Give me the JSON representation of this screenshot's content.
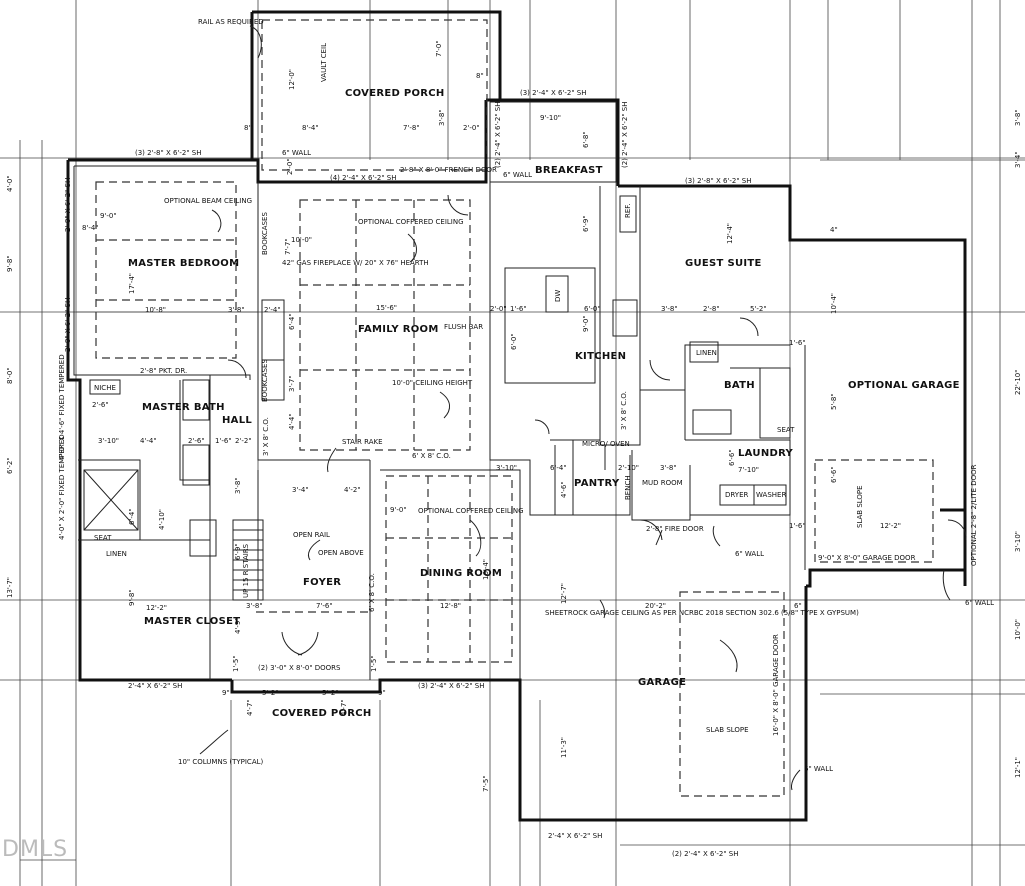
{
  "watermark": "DMLS",
  "rooms": {
    "covered_porch_rear": "COVERED PORCH",
    "master_bedroom": "MASTER BEDROOM",
    "family_room": "FAMILY ROOM",
    "breakfast": "BREAKFAST",
    "kitchen": "KITCHEN",
    "guest_suite": "GUEST SUITE",
    "optional_garage": "OPTIONAL GARAGE",
    "master_bath": "MASTER BATH",
    "hall": "HALL",
    "bath": "BATH",
    "laundry": "LAUNDRY",
    "linen_guest": "LINEN",
    "linen_master": "LINEN",
    "pantry": "PANTRY",
    "foyer": "FOYER",
    "dining_room": "DINING ROOM",
    "master_closet": "MASTER CLOSET",
    "garage": "GARAGE",
    "covered_porch_front": "COVERED PORCH",
    "niche": "NICHE",
    "seat": "SEAT",
    "seat_bath": "SEAT",
    "mud_room": "MUD ROOM",
    "micro_oven": "MICRO/ OVEN",
    "dryer": "DRYER",
    "washer": "WASHER",
    "bench": "BENCH",
    "ref": "REF.",
    "dw": "DW"
  },
  "notes": {
    "rail": "RAIL AS REQUIRED",
    "vault": "VAULT CEIL",
    "wall6_top": "6\" WALL",
    "wall6_bk": "6\" WALL",
    "french_door": "2'-8\" X 8'-0\" FRENCH DOOR",
    "opt_beam": "OPTIONAL BEAM CEILING",
    "opt_coffered_family": "OPTIONAL COFFERED CEILING",
    "fireplace": "42\" GAS FIREPLACE W/ 20\" X 76\" HEARTH",
    "bookcases1": "BOOKCASES",
    "bookcases2": "BOOKCASES",
    "flush_bar": "FLUSH BAR",
    "ceiling_height": "10'-0\" CEILING HEIGHT",
    "stair_rake": "STAIR RAKE",
    "open_rail": "OPEN RAIL",
    "open_above": "OPEN ABOVE",
    "stairs": "UP 15 R STAIRS",
    "opt_coffered_dining": "OPTIONAL COFFERED CEILING",
    "sheetrock": "SHEETROCK GARAGE CEILING AS PER NCRBC 2018 SECTION 302.6 (5/8\" TYPE X GYPSUM)",
    "slab_slope_garage": "SLAB SLOPE",
    "slab_slope_opt": "SLAB SLOPE",
    "garage_door_main": "16'-0\" X 8'-0\" GARAGE DOOR",
    "garage_door_opt": "9'-0\" X 8'-0\" GARAGE DOOR",
    "opt_lite_door": "OPTIONAL 2'-8\" 2/LITE DOOR",
    "fire_door": "2'-8\" FIRE DOOR",
    "wall6_laundry": "6\" WALL",
    "wall6_garage_right": "6\" WALL",
    "wall6_garage_mid": "6\" WALL",
    "columns": "10\" COLUMNS (TYPICAL)",
    "front_doors": "(2) 3'-0\" X 8'-0\" DOORS",
    "pkt_dr": "2'-8\" PKT. DR.",
    "fixed_tempered1": "4'-0\" X 4'-6\" FIXED TEMPERED",
    "fixed_tempered2": "4'-0\" X 2'-0\" FIXED TEMPERED",
    "co_family": "3' X 8' C.O.",
    "co_dining_top": "6' X 8' C.O.",
    "co_dining_side": "6' X 8' C.O.",
    "co_kitchen": "3' X 8' C.O."
  },
  "windows": {
    "w_breakfast_top": "(3) 2'-4\" X 6'-2\" SH",
    "w_master_top": "(3) 2'-8\" X 6'-2\" SH",
    "w_family_top": "(4) 2'-4\" X 6'-2\" SH",
    "w_breakfast_left": "(2) 2'-4\" X 6'-2\" SH",
    "w_breakfast_right": "(2) 2'-4\" X 6'-2\" SH",
    "w_guest_top": "(3) 2'-8\" X 6'-2\" SH",
    "w_master_left1": "2'-8\" X 6'-2\" SH",
    "w_master_left2": "2'-8\" X 6'-2\" SH",
    "w_closet_bottom": "2'-4\" X 6'-2\" SH",
    "w_dining_bottom": "(3) 2'-4\" X 6'-2\" SH",
    "w_garage_bottom1": "2'-4\" X 6'-2\" SH",
    "w_garage_bottom2": "(2) 2'-4\" X 6'-2\" SH"
  },
  "dims": {
    "d1": "7'-0\"",
    "d2": "8\"",
    "d3": "12'-0\"",
    "d4": "8'-4\"",
    "d5": "7'-8\"",
    "d6": "3'-8\"",
    "d7": "2'-0\"",
    "d8": "2'-0\"",
    "d9": "8\"",
    "d10": "9'-10\"",
    "d11": "6'-8\"",
    "d12": "8'-4\"",
    "d13": "9'-0\"",
    "d14": "10'-0\"",
    "d15": "7'-7\"",
    "d16": "17'-4\"",
    "d17": "10'-8\"",
    "d18": "3'-8\"",
    "d19": "2'-4\"",
    "d20": "15'-6\"",
    "d21": "6'-4\"",
    "d22": "3'-7\"",
    "d23": "4'-4\"",
    "d24": "6'-9\"",
    "d25": "12'-4\"",
    "d26": "2'-0\"",
    "d27": "1'-6\"",
    "d28": "6'-0\"",
    "d29": "3'-8\"",
    "d30": "2'-8\"",
    "d31": "5'-2\"",
    "d32": "10'-4\"",
    "d33": "9'-0\"",
    "d34": "1'-6\"",
    "d35": "1'-6\"",
    "d36": "5'-8\"",
    "d37": "2'-6\"",
    "d38": "3'-10\"",
    "d39": "4'-4\"",
    "d40": "2'-6\"",
    "d41": "1'-6\"",
    "d42": "2'-2\"",
    "d43": "3'-10\"",
    "d44": "6'-4\"",
    "d45": "2'-10\"",
    "d46": "3'-8\"",
    "d47": "7'-10\"",
    "d48": "6'-6\"",
    "d49": "4'-2\"",
    "d50": "3'-4\"",
    "d51": "4'-6\"",
    "d52": "9'-0\"",
    "d53": "4'-10\"",
    "d54": "6'-4\"",
    "d55": "9'-8\"",
    "d56": "12'-2\"",
    "d57": "3'-8\"",
    "d58": "7'-6\"",
    "d59": "12'-8\"",
    "d60": "16'-4\"",
    "d61": "12'-7\"",
    "d62": "20'-2\"",
    "d63": "12'-2\"",
    "d64": "6'-6\"",
    "d65": "5'-2\"",
    "d66": "5'-2\"",
    "d67": "4'-7\"",
    "d68": "4'-7\"",
    "d69": "11'-3\"",
    "d70": "7'-5\"",
    "d71": "9'-8\"",
    "d72": "8'-0\"",
    "d73": "6'-2\"",
    "d74": "13'-7\"",
    "d75": "4'-0\"",
    "d76": "3'-8\"",
    "d77": "3'-4\"",
    "d78": "22'-10\"",
    "d79": "3'-10\"",
    "d80": "10'-0\"",
    "d81": "12'-1\"",
    "d82": "6'-9\"",
    "d83": "6'-0\"",
    "d84": "4'-9\"",
    "d85": "3'-8\"",
    "d86": "6\"",
    "d87": "4\"",
    "d88": "9\"",
    "d89": "9\"",
    "d90": "1'-5\"",
    "d91": "1'-5\""
  }
}
